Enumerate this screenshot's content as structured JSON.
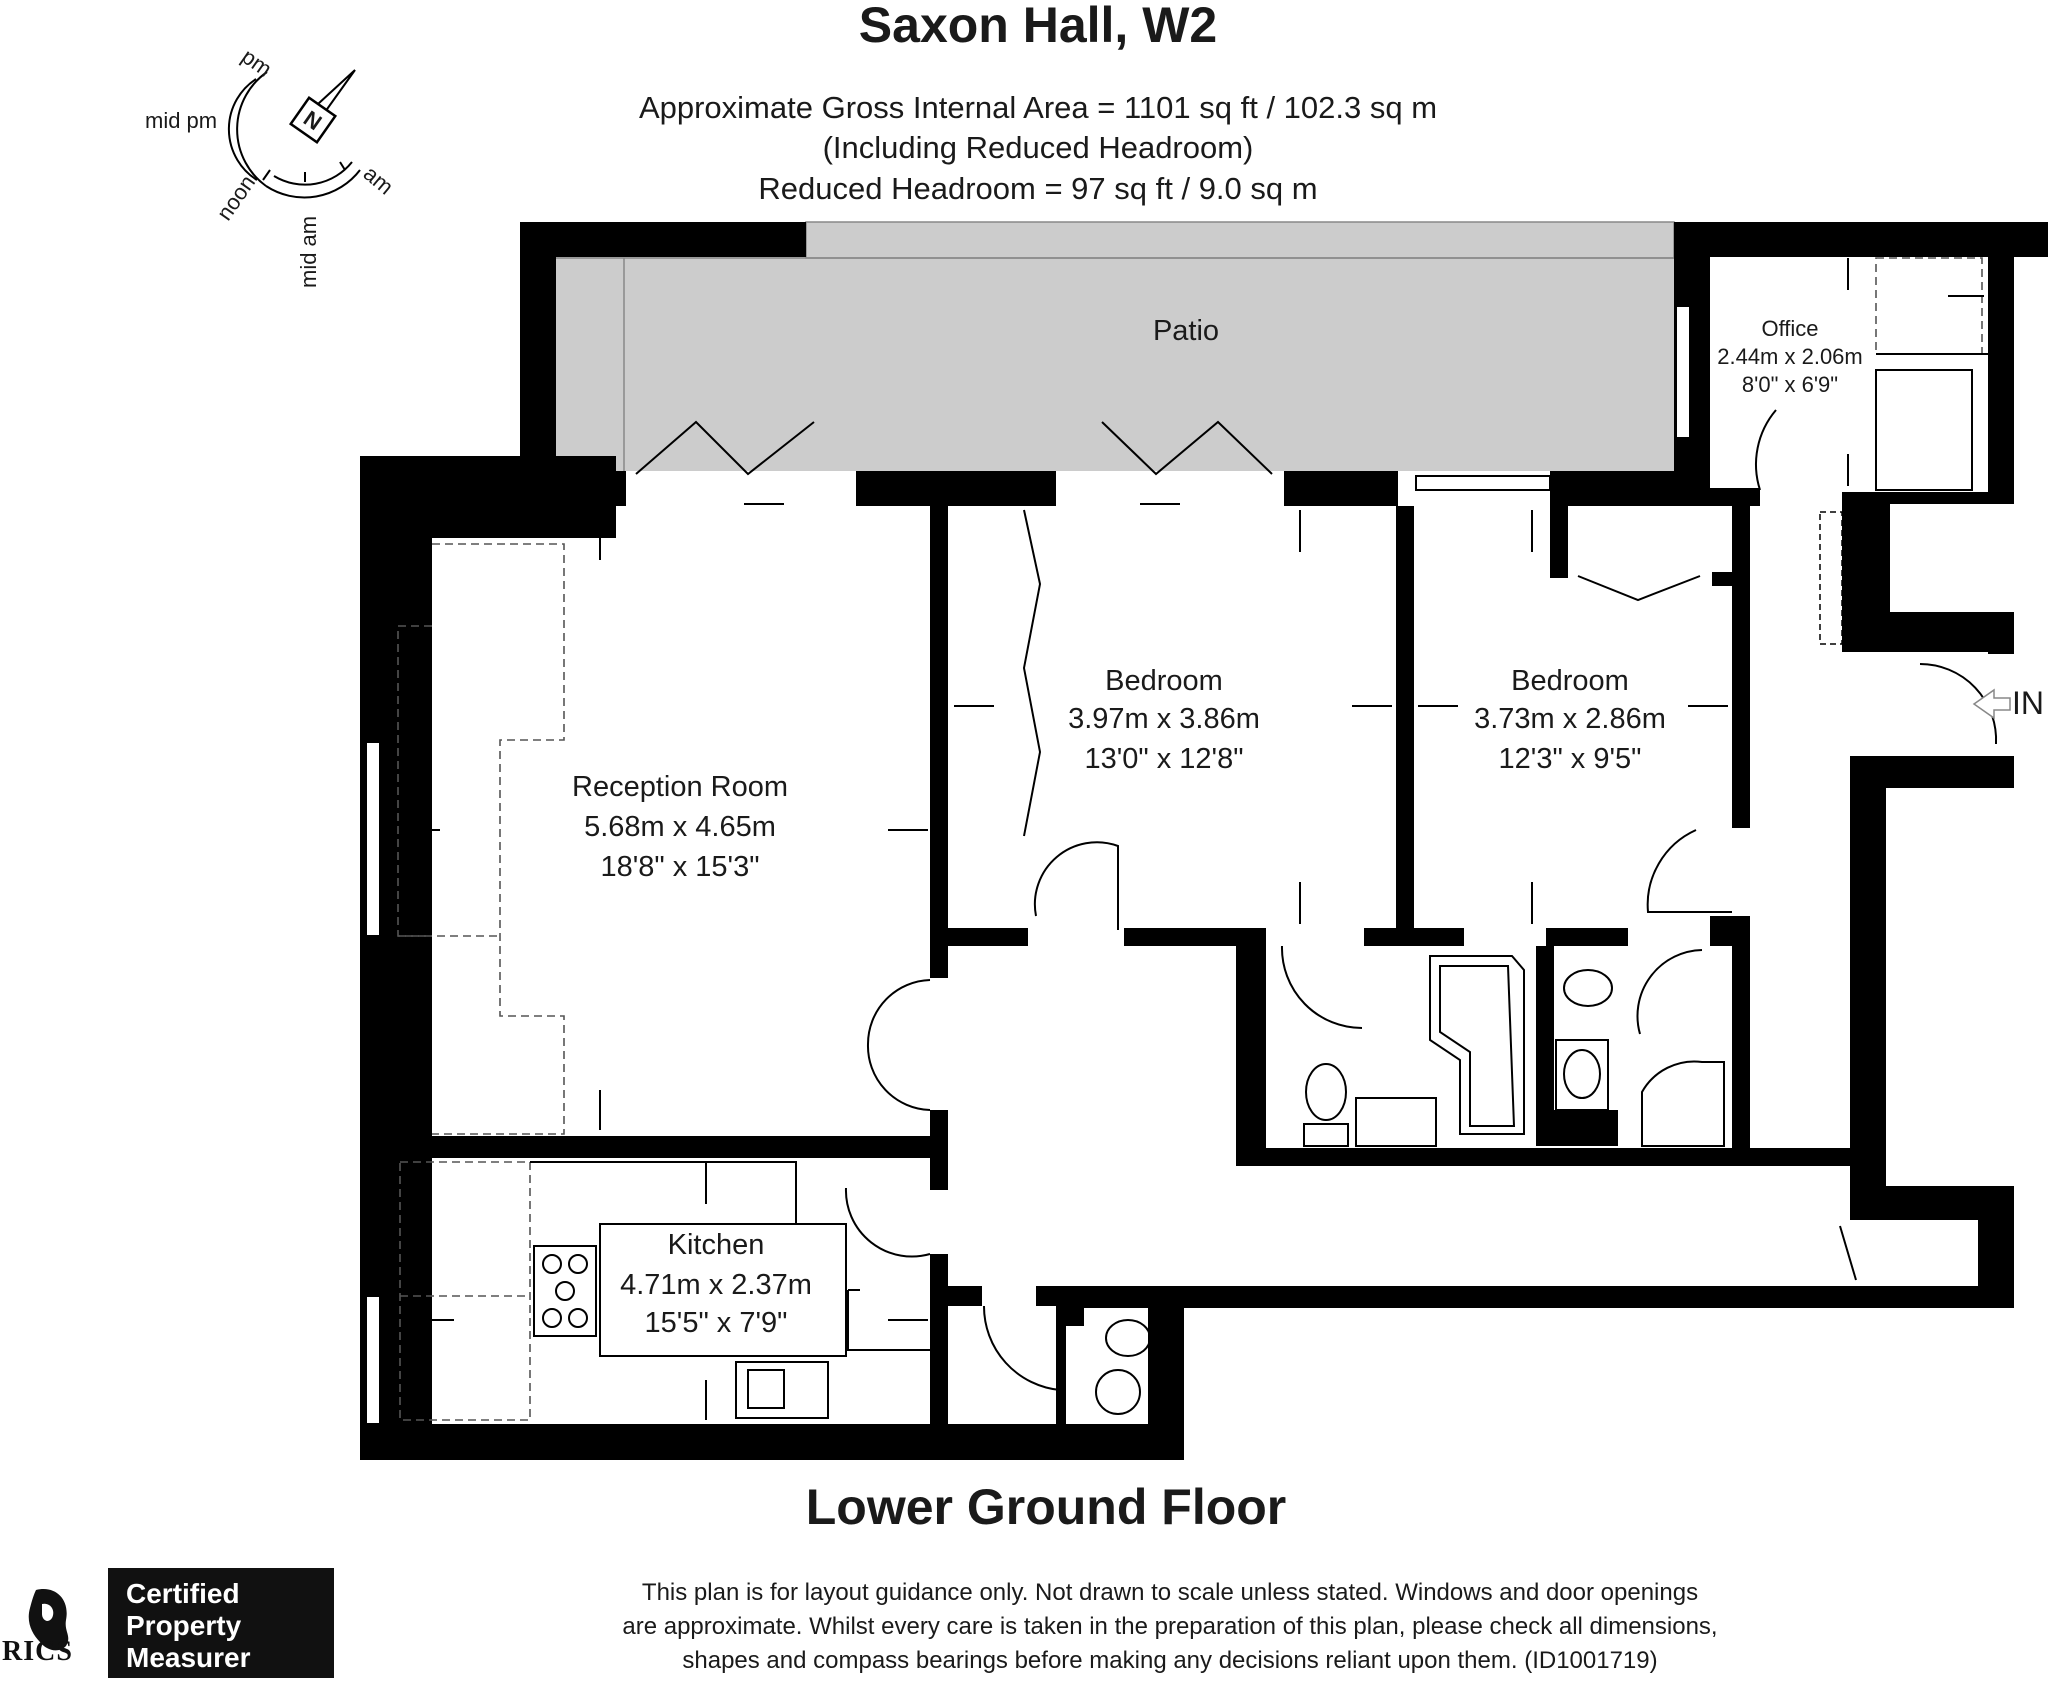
{
  "header": {
    "title": "Saxon Hall, W2",
    "area_line": "Approximate Gross Internal Area = 1101 sq ft / 102.3 sq m",
    "including_line": "(Including Reduced Headroom)",
    "reduced_line": "Reduced Headroom = 97 sq ft / 9.0 sq m"
  },
  "compass": {
    "north": "N",
    "pm": "pm",
    "mid_pm": "mid pm",
    "noon": "noon",
    "mid_am": "mid am",
    "am": "am"
  },
  "rooms": {
    "patio": {
      "name": "Patio"
    },
    "office": {
      "name": "Office",
      "metric": "2.44m x 2.06m",
      "imperial": "8'0\" x 6'9\""
    },
    "bedroom1": {
      "name": "Bedroom",
      "metric": "3.97m x 3.86m",
      "imperial": "13'0\" x 12'8\""
    },
    "bedroom2": {
      "name": "Bedroom",
      "metric": "3.73m x 2.86m",
      "imperial": "12'3\" x 9'5\""
    },
    "reception": {
      "name": "Reception Room",
      "metric": "5.68m x 4.65m",
      "imperial": "18'8\" x 15'3\""
    },
    "kitchen": {
      "name": "Kitchen",
      "metric": "4.71m x 2.37m",
      "imperial": "15'5\" x 7'9\""
    }
  },
  "entrance_label": "IN",
  "floor_name": "Lower Ground Floor",
  "disclaimer": {
    "line1": "This plan is for layout guidance only. Not drawn to scale unless stated. Windows and door openings",
    "line2": "are approximate. Whilst every care is taken in the preparation of this plan, please check all dimensions,",
    "line3": "shapes and compass bearings before making any decisions reliant upon them. (ID1001719)"
  },
  "badge": {
    "line1": "Certified",
    "line2": "Property",
    "line3": "Measurer",
    "logo_text": "RICS"
  },
  "colors": {
    "wall": "#000000",
    "patio": "#cccccc",
    "background": "#ffffff"
  }
}
